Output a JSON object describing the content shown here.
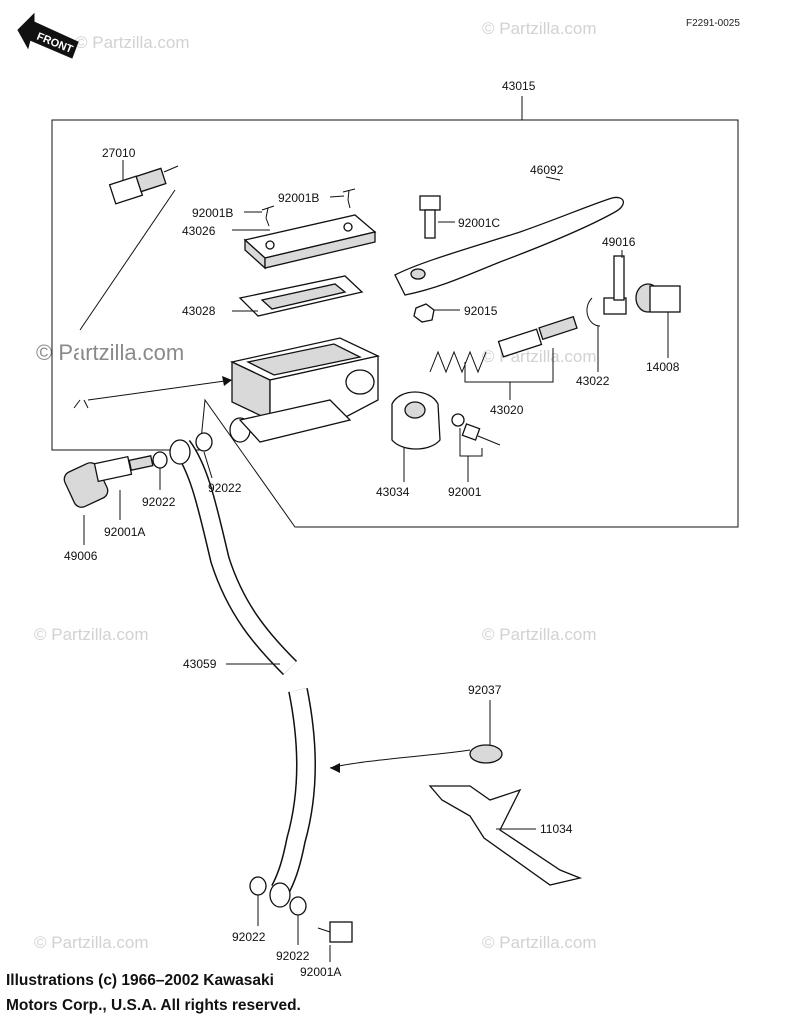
{
  "ref_code": "F2291-0025",
  "front_label": "FRONT",
  "watermark": "© Partzilla.com",
  "copyright": {
    "line1": "Illustrations (c) 1966–2002 Kawasaki",
    "line2": "Motors Corp., U.S.A.  All rights reserved."
  },
  "parts": {
    "p43015": "43015",
    "p27010": "27010",
    "p92001B_a": "92001B",
    "p92001B_b": "92001B",
    "p43026": "43026",
    "p43028": "43028",
    "p92001C": "92001C",
    "p46092": "46092",
    "p49016": "49016",
    "p92015": "92015",
    "p14008": "14008",
    "p43022": "43022",
    "p43020": "43020",
    "p43034": "43034",
    "p92001": "92001",
    "p92022_a": "92022",
    "p92022_b": "92022",
    "p92001A_a": "92001A",
    "p49006": "49006",
    "p43059": "43059",
    "p92037": "92037",
    "p11034": "11034",
    "p92022_c": "92022",
    "p92022_d": "92022",
    "p92001A_b": "92001A"
  }
}
